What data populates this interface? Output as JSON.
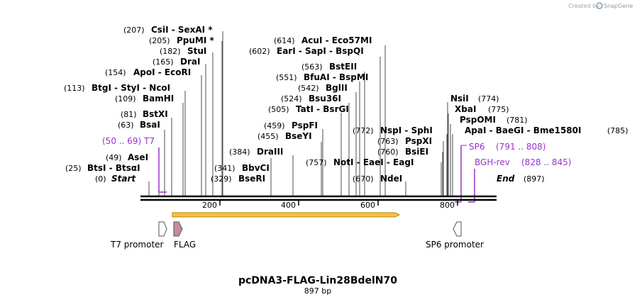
{
  "watermark": {
    "created_by": "Created by",
    "logo": "SnapGene"
  },
  "plasmid": {
    "name": "pcDNA3-FLAG-Lin28BdelN70",
    "length_label": "897 bp"
  },
  "axis": {
    "ticks": [
      "200",
      "400",
      "600",
      "800"
    ]
  },
  "sites": {
    "start": {
      "pos": "(0)",
      "name": "Start"
    },
    "end": {
      "name": "End",
      "pos": "(897)"
    },
    "s25": {
      "pos": "(25)",
      "name": "BtsI - BtsαI"
    },
    "s49": {
      "pos": "(49)",
      "name": "AseI"
    },
    "s63": {
      "pos": "(63)",
      "name": "BsaI"
    },
    "s81": {
      "pos": "(81)",
      "name": "BstXI"
    },
    "s109": {
      "pos": "(109)",
      "name": "BamHI"
    },
    "s113": {
      "pos": "(113)",
      "name": "BtgI - StyI - NcoI"
    },
    "s154": {
      "pos": "(154)",
      "name": "ApoI - EcoRI"
    },
    "s165": {
      "pos": "(165)",
      "name": "DraI"
    },
    "s182": {
      "pos": "(182)",
      "name": "StuI"
    },
    "s205": {
      "pos": "(205)",
      "name": "PpuMI *"
    },
    "s207": {
      "pos": "(207)",
      "name": "CsiI - SexAI *"
    },
    "s329": {
      "pos": "(329)",
      "name": "BseRI"
    },
    "s341": {
      "pos": "(341)",
      "name": "BbvCI"
    },
    "s384": {
      "pos": "(384)",
      "name": "DraIII"
    },
    "s455": {
      "pos": "(455)",
      "name": "BseYI"
    },
    "s459": {
      "pos": "(459)",
      "name": "PspFI"
    },
    "s505": {
      "pos": "(505)",
      "name": "TatI - BsrGI"
    },
    "s524": {
      "pos": "(524)",
      "name": "Bsu36I"
    },
    "s542": {
      "pos": "(542)",
      "name": "BglII"
    },
    "s551": {
      "pos": "(551)",
      "name": "BfuAI - BspMI"
    },
    "s563": {
      "pos": "(563)",
      "name": "BstEII"
    },
    "s602": {
      "pos": "(602)",
      "name": "EarI - SapI - BspQI"
    },
    "s614": {
      "pos": "(614)",
      "name": "AcuI - Eco57MI"
    },
    "s670": {
      "pos": "(670)",
      "name": "NdeI"
    },
    "s757": {
      "pos": "(757)",
      "name": "NotI - EaeI - EagI"
    },
    "s760": {
      "pos": "(760)",
      "name": "BsiEI"
    },
    "s763": {
      "pos": "(763)",
      "name": "PspXI"
    },
    "s772": {
      "pos": "(772)",
      "name": "NspI - SphI"
    },
    "s774": {
      "name": "NsiI",
      "pos": "(774)"
    },
    "s775": {
      "name": "XbaI",
      "pos": "(775)"
    },
    "s781": {
      "name": "PspOMI",
      "pos": "(781)"
    },
    "s785": {
      "name": "ApaI - BaeGI - Bme1580I",
      "pos": "(785)"
    }
  },
  "primers": {
    "t7": {
      "range": "(50 .. 69)",
      "name": "T7"
    },
    "sp6": {
      "name": "SP6",
      "range": "(791 .. 808)"
    },
    "bgh": {
      "name": "BGH-rev",
      "range": "(828 .. 845)"
    }
  },
  "features": {
    "t7_promoter": "T7 promoter",
    "flag": "FLAG",
    "sp6_promoter": "SP6 promoter"
  },
  "colors": {
    "primer": "#9933cc",
    "orf_fill": "#f5c242",
    "orf_stroke": "#b8860b",
    "flag_fill": "#c48aa0",
    "backbone": "#000000"
  }
}
